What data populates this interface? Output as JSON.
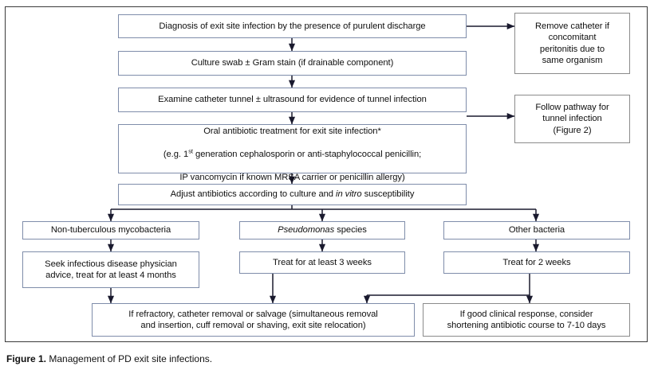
{
  "figure": {
    "number_label": "Figure 1.",
    "caption_text": " Management of PD exit site infections."
  },
  "colors": {
    "box_border": "#7f8daa",
    "box_border_gray": "#8b8b8b",
    "frame_border": "#3a3a3a",
    "connector": "#1a1a2e",
    "background": "#ffffff",
    "text": "#101010"
  },
  "nodes": {
    "diagnosis": "Diagnosis of exit site infection by the presence of purulent discharge",
    "culture_swab": "Culture swab ± Gram stain (if drainable component)",
    "examine_tunnel": "Examine catheter tunnel ± ultrasound for evidence of tunnel infection",
    "oral_antibiotic_line1": "Oral antibiotic treatment for exit site infection*",
    "oral_antibiotic_line2_a": "(e.g. 1",
    "oral_antibiotic_line2_sup": "st",
    "oral_antibiotic_line2_b": " generation cephalosporin or anti-staphylococcal penicillin;",
    "oral_antibiotic_line3": "IP vancomycin if known MRSA carrier or penicillin allergy)",
    "adjust_antibiotics_a": "Adjust antibiotics according to culture and ",
    "adjust_antibiotics_ital": "in vitro",
    "adjust_antibiotics_b": " susceptibility",
    "remove_catheter": "Remove catheter if\nconcomitant\nperitonitis due to\nsame organism",
    "follow_pathway": "Follow pathway for\ntunnel infection\n(Figure 2)",
    "non_tuberculous": "Non-tuberculous mycobacteria",
    "pseudomonas_ital": "Pseudomonas",
    "pseudomonas_rest": " species",
    "other_bacteria": "Other bacteria",
    "seek_id_physician": "Seek infectious disease physician\nadvice, treat for at least 4 months",
    "treat_3_weeks": "Treat for at least 3 weeks",
    "treat_2_weeks": "Treat for 2 weeks",
    "refractory": "If refractory, catheter removal or salvage (simultaneous removal\nand insertion, cuff removal or shaving, exit site relocation)",
    "good_response": "If good clinical response, consider\nshortening antibiotic course to 7-10 days"
  }
}
